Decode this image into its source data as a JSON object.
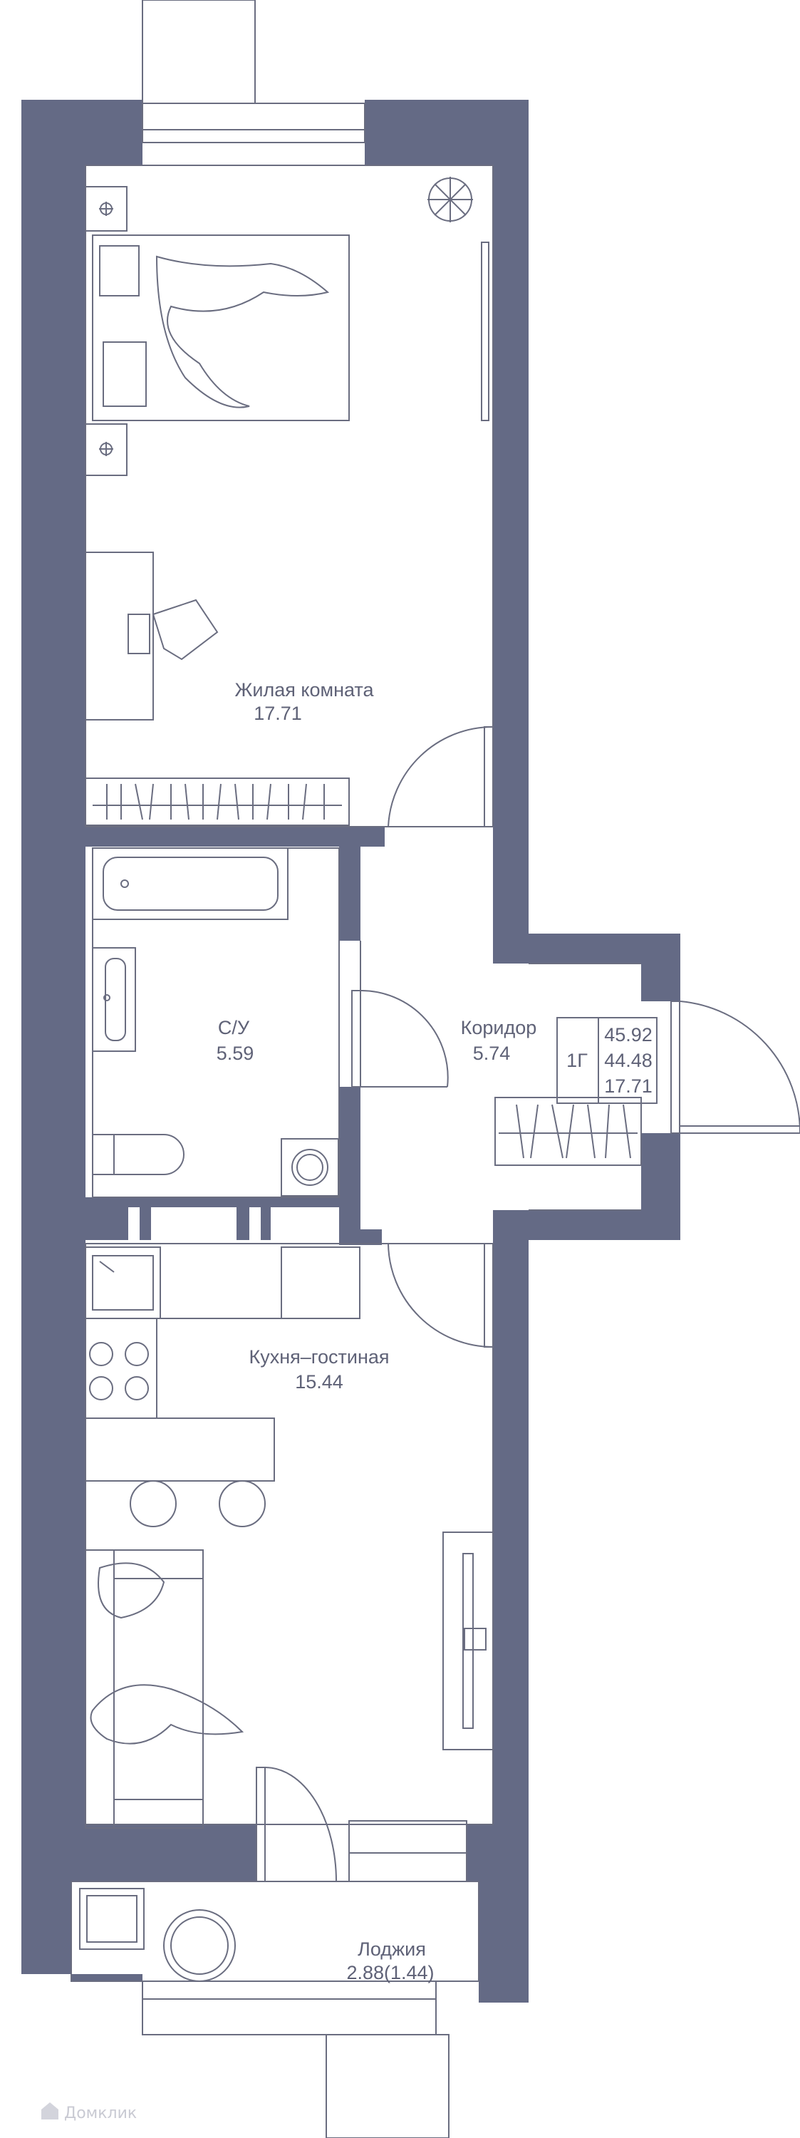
{
  "colors": {
    "wall": "#646a85",
    "line": "#6a6d80",
    "text": "#5f6277",
    "background": "#ffffff"
  },
  "rooms": {
    "living": {
      "name": "Жилая комната",
      "area": "17.71"
    },
    "bath": {
      "name": "С/У",
      "area": "5.59"
    },
    "corridor": {
      "name": "Коридор",
      "area": "5.74"
    },
    "kitchen": {
      "name": "Кухня–гостиная",
      "area": "15.44"
    },
    "loggia": {
      "name": "Лоджия",
      "area": "2.88(1.44)"
    }
  },
  "apartment": {
    "type": "1Г",
    "total_area": "45.92",
    "area_without_loggia": "44.48",
    "living_area": "17.71"
  },
  "watermark": {
    "text": "Домклик",
    "icon": "domclick-logo-icon"
  }
}
